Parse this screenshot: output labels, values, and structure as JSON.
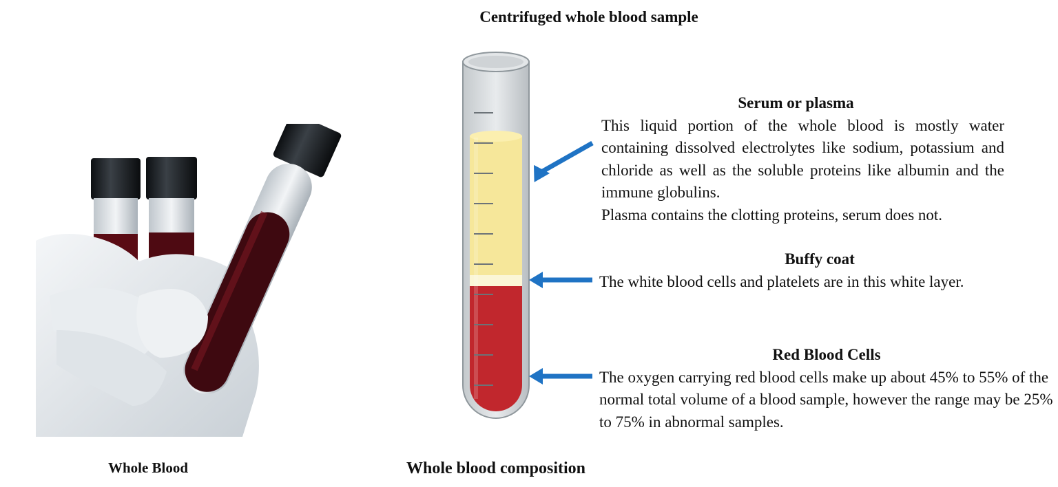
{
  "title": "Centrifuged whole blood sample",
  "photo_caption": "Whole Blood",
  "diagram_caption": "Whole blood composition",
  "layers": [
    {
      "heading": "Serum or plasma",
      "text": "This liquid portion of the whole blood is mostly water containing dissolved electrolytes like sodium, potassium and chloride as well as the soluble proteins like albumin and the immune globulins.",
      "note": "Plasma contains the clotting proteins, serum does not.",
      "color": "#f6e79a"
    },
    {
      "heading": "Buffy coat",
      "text": "The white blood cells and platelets are in this white layer.",
      "color": "#fbf6d6"
    },
    {
      "heading": "Red Blood Cells",
      "text": "The oxygen carrying red blood cells make up about 45% to 55% of the normal total volume of a blood sample, however the range may be 25% to 75% in abnormal samples.",
      "color": "#c1272d"
    }
  ],
  "colors": {
    "arrow": "#1f73c4",
    "tube_glass": "#d8dde0",
    "rim": "#c9cdd0"
  }
}
